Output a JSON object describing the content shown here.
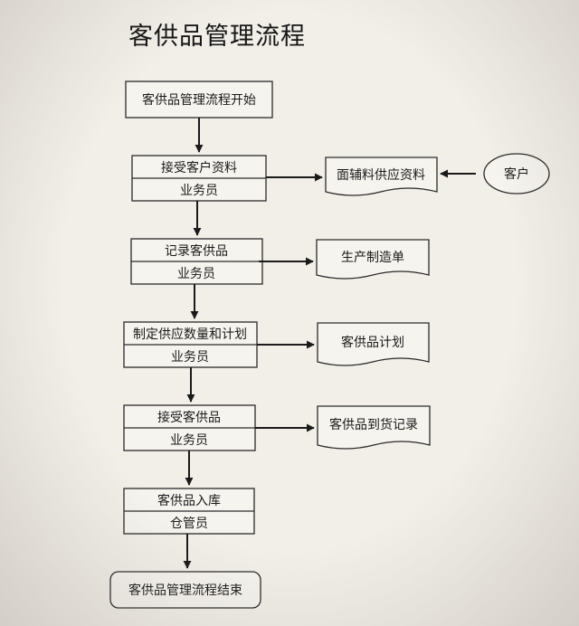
{
  "title": "客供品管理流程",
  "flow": {
    "start": "客供品管理流程开始",
    "steps": [
      {
        "action": "接受客户资料",
        "role": "业务员"
      },
      {
        "action": "记录客供品",
        "role": "业务员"
      },
      {
        "action": "制定供应数量和计划",
        "role": "业务员"
      },
      {
        "action": "接受客供品",
        "role": "业务员"
      },
      {
        "action": "客供品入库",
        "role": "仓管员"
      }
    ],
    "end": "客供品管理流程结束"
  },
  "documents": [
    "面辅料供应资料",
    "生产制造单",
    "客供品计划",
    "客供品到货记录"
  ],
  "external": "客户"
}
